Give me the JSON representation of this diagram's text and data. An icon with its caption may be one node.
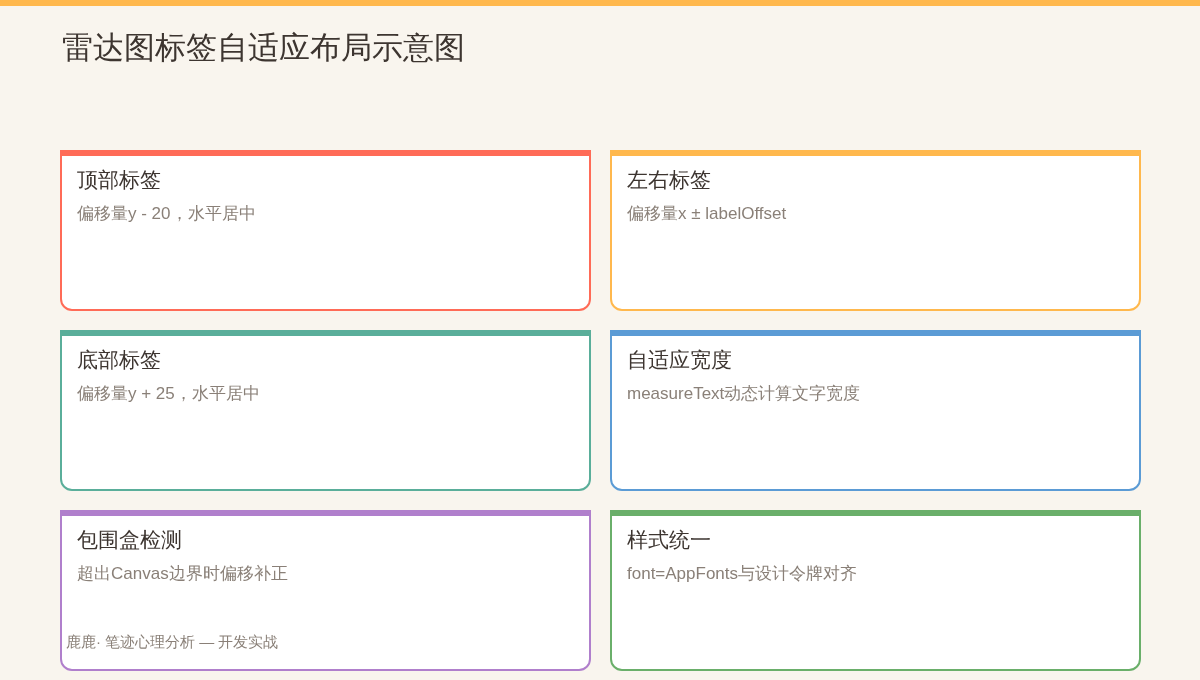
{
  "diagram": {
    "title": "雷达图标签自适应布局示意图",
    "nodes": [
      {
        "text": [
          "顶部标签",
          "偏移量y - 20，水平居中"
        ]
      },
      {
        "text": [
          "左右标签",
          "偏移量x ± labelOffset"
        ]
      },
      {
        "text": [
          "底部标签",
          "偏移量y + 25，水平居中"
        ]
      },
      {
        "text": [
          "自适应宽度",
          "measureText动态计算文字宽度"
        ]
      },
      {
        "text": [
          "包围盒检测",
          "超出Canvas边界时偏移补正"
        ]
      },
      {
        "text": [
          "样式统一",
          "font=AppFonts与设计令牌对齐"
        ]
      }
    ],
    "labels": [
      "鹿鹿· 笔迹心理分析 — 开发实战"
    ]
  }
}
